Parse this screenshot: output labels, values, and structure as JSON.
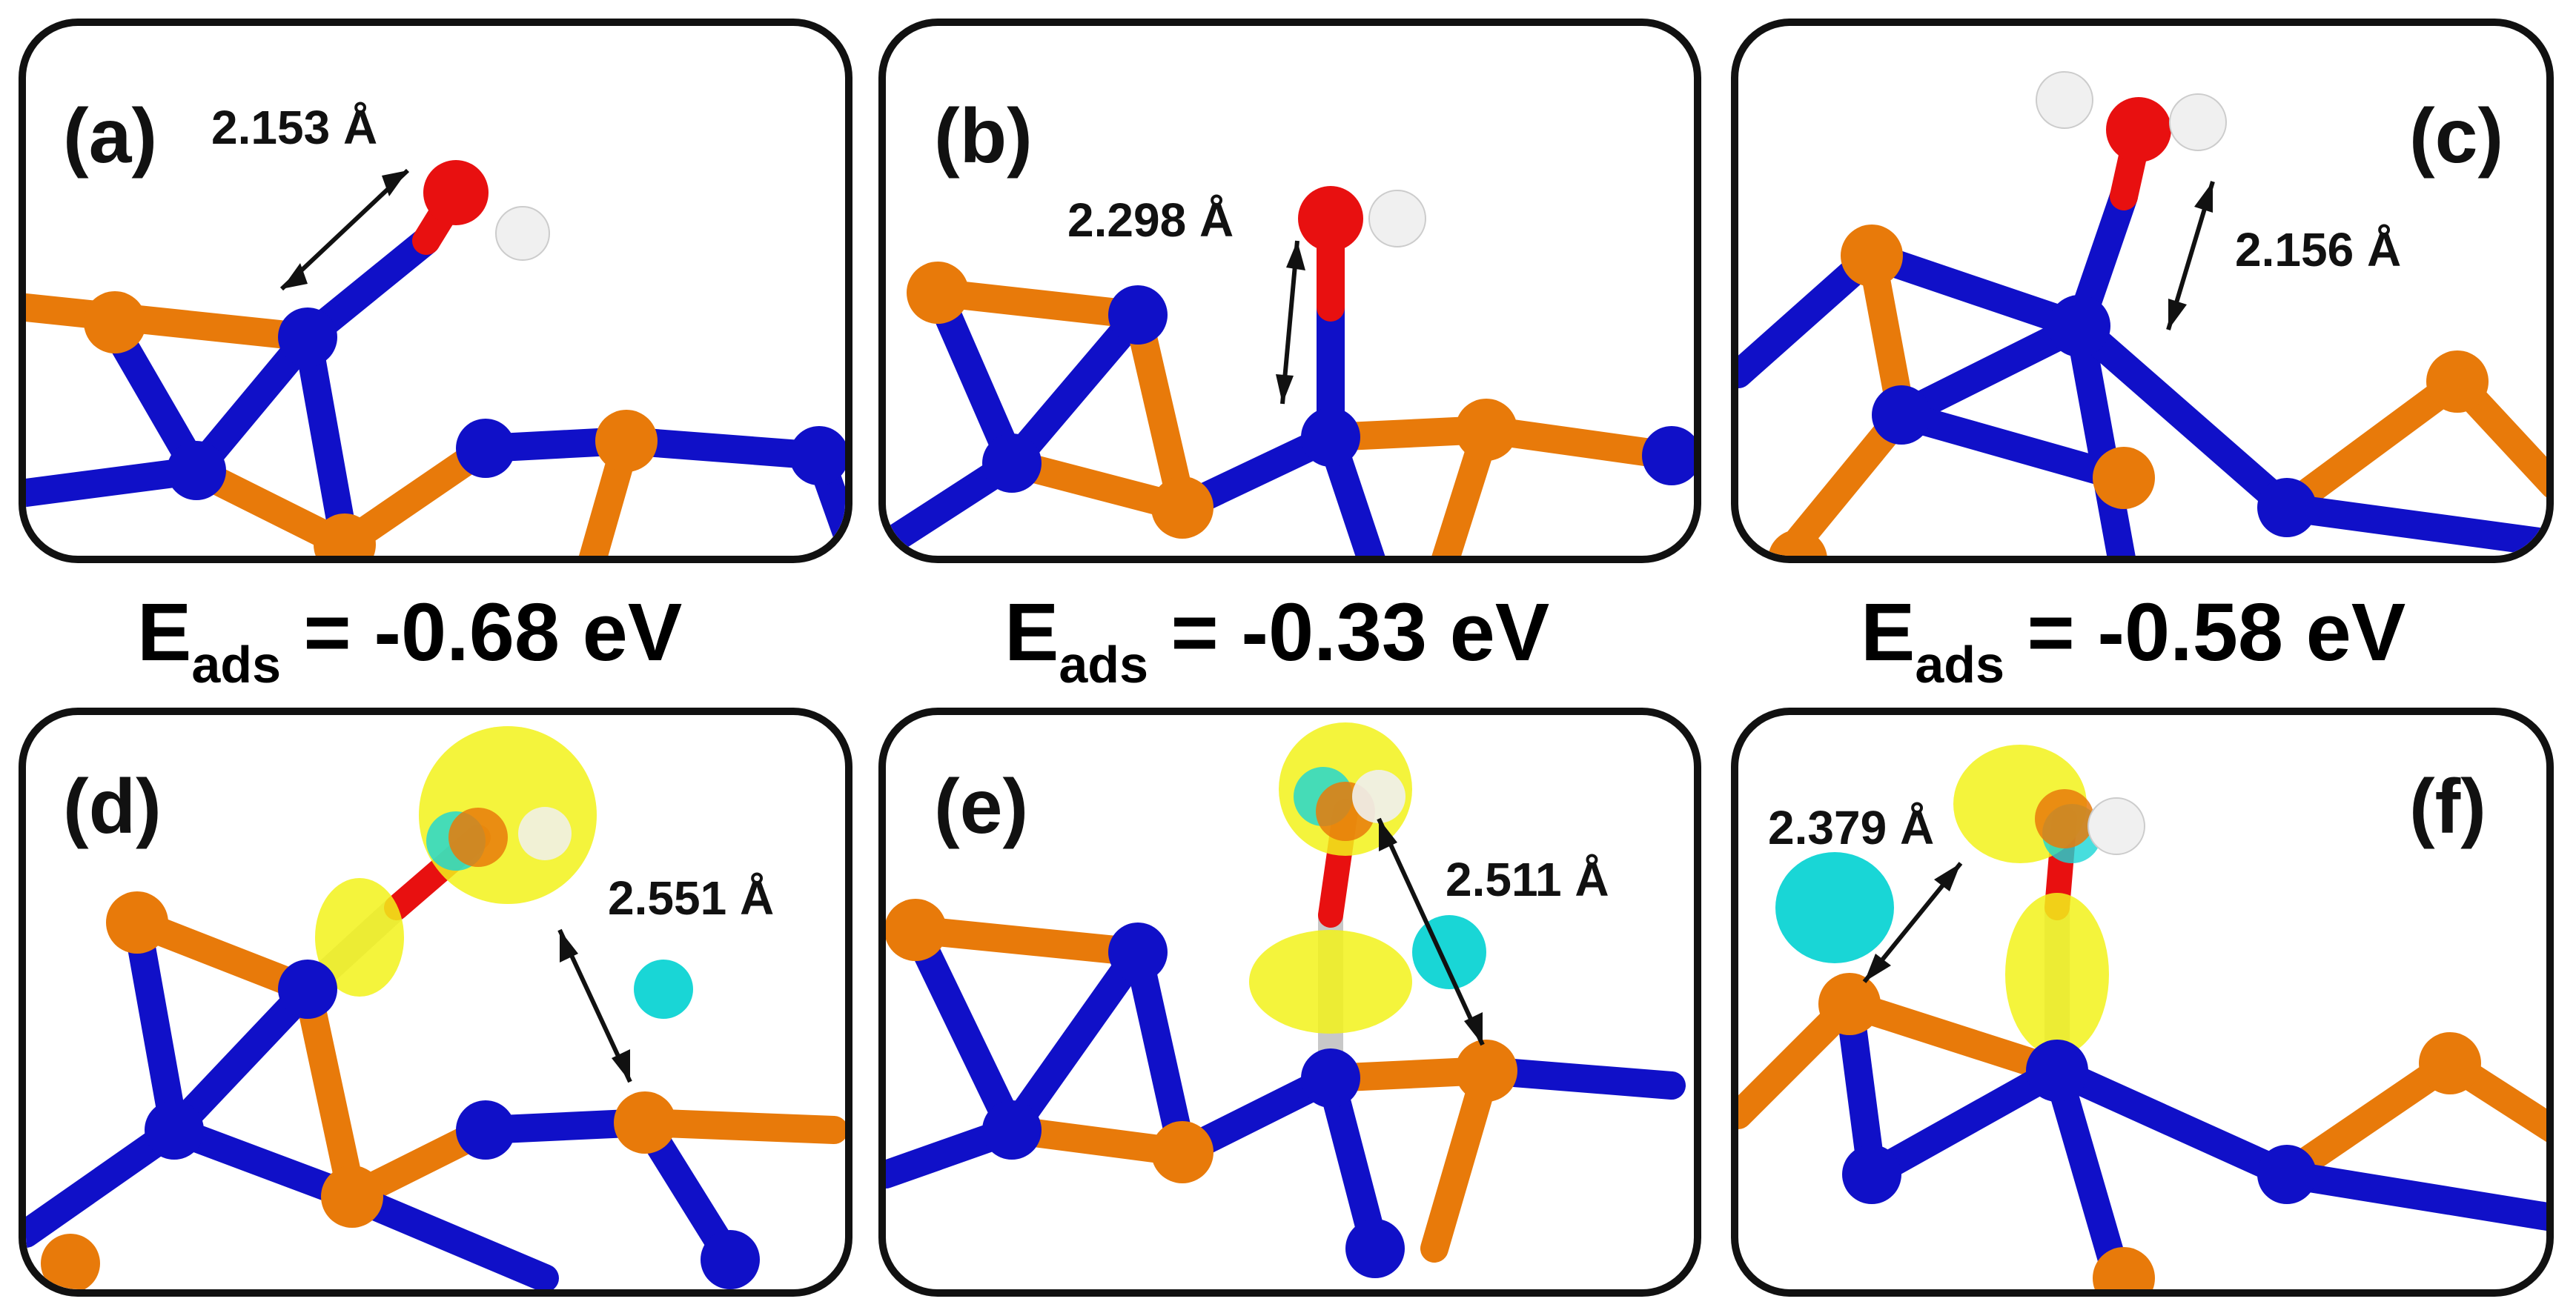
{
  "panels": [
    {
      "id": "a",
      "label": "(a)",
      "distance": "2.153 Å"
    },
    {
      "id": "b",
      "label": "(b)",
      "distance": "2.298 Å"
    },
    {
      "id": "c",
      "label": "(c)",
      "distance": "2.156 Å"
    },
    {
      "id": "d",
      "label": "(d)",
      "distance": "2.551 Å"
    },
    {
      "id": "e",
      "label": "(e)",
      "distance": "2.511 Å"
    },
    {
      "id": "f",
      "label": "(f)",
      "distance": "2.379 Å"
    }
  ],
  "energies": [
    {
      "symbol": "E",
      "subscript": "ads",
      "value": " = -0.68 eV"
    },
    {
      "symbol": "E",
      "subscript": "ads",
      "value": " = -0.33 eV"
    },
    {
      "symbol": "E",
      "subscript": "ads",
      "value": " = -0.58 eV"
    }
  ],
  "colors": {
    "blue_atom": "#1010c8",
    "orange_atom": "#e87a0a",
    "oxygen": "#e81010",
    "hydrogen": "#f0f0f0",
    "charge_accumulation": "#f2f21a",
    "charge_depletion": "#19d6d6"
  }
}
